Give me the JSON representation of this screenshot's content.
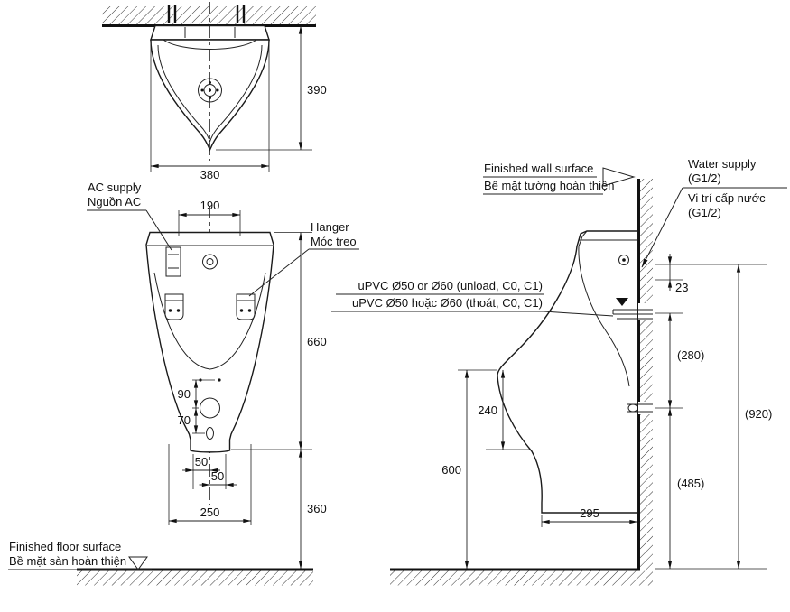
{
  "drawing": {
    "top_view": {
      "dim_depth": "390",
      "dim_width": "380"
    },
    "front_view": {
      "ac_supply": {
        "en": "AC supply",
        "vi": "Nguồn AC"
      },
      "hanger": {
        "en": "Hanger",
        "vi": "Móc treo"
      },
      "dim_top_width": "190",
      "dim_height": "660",
      "dim_90": "90",
      "dim_70": "70",
      "dim_50_left": "50",
      "dim_50_right": "50",
      "dim_base_width": "250",
      "dim_bottom_clearance": "360"
    },
    "side_view": {
      "finished_wall": {
        "en": "Finished wall surface",
        "vi": "Bề mặt tường hoàn thiện"
      },
      "water_supply": {
        "en": "Water supply",
        "en2": "(G1/2)",
        "vi": "Vi trí cấp nước",
        "vi2": "(G1/2)"
      },
      "upvc": {
        "en": "uPVC Ø50 or Ø60 (unload, C0, C1)",
        "vi": "uPVC Ø50 hoặc Ø60 (thoát, C0, C1)"
      },
      "dim_23": "23",
      "dim_280": "(280)",
      "dim_920": "(920)",
      "dim_485": "(485)",
      "dim_240": "240",
      "dim_600": "600",
      "dim_295": "295"
    },
    "floor": {
      "en": "Finished floor surface",
      "vi": "Bề mặt sàn hoàn thiện"
    }
  },
  "colors": {
    "line": "#1a1a1a",
    "background": "#ffffff"
  }
}
